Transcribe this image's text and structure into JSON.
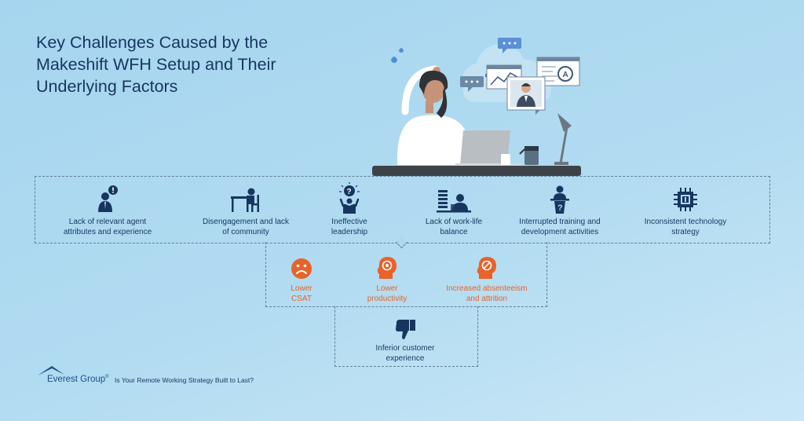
{
  "title": {
    "line1": "Key Challenges Caused by the",
    "line2": "Makeshift WFH Setup and Their",
    "line3": "Underlying Factors"
  },
  "factors": [
    {
      "icon": "agent-alert-icon",
      "line1": "Lack of relevant agent",
      "line2": "attributes and experience"
    },
    {
      "icon": "person-at-desk-icon",
      "line1": "Disengagement and lack",
      "line2": "of community"
    },
    {
      "icon": "question-lightbulb-icon",
      "line1": "Ineffective",
      "line2": "leadership"
    },
    {
      "icon": "work-life-balance-icon",
      "line1": "Lack of work-life",
      "line2": "balance"
    },
    {
      "icon": "presenter-question-icon",
      "line1": "Interrupted training and",
      "line2": "development activities"
    },
    {
      "icon": "chip-icon",
      "line1": "Inconsistent technology",
      "line2": "strategy"
    }
  ],
  "impacts": [
    {
      "icon": "sad-face-icon",
      "line1": "Lower",
      "line2": "CSAT"
    },
    {
      "icon": "head-gear-icon",
      "line1": "Lower",
      "line2": "productivity"
    },
    {
      "icon": "head-prohibited-icon",
      "line1": "Increased absenteeism",
      "line2": "and attrition"
    }
  ],
  "outcome": {
    "icon": "thumbs-down-icon",
    "line1": "Inferior customer",
    "line2": "experience"
  },
  "footer": {
    "brand": "Everest Group",
    "trademark": "®",
    "tagline": "Is Your Remote Working Strategy Built to Last?"
  },
  "colors": {
    "title": "#17365f",
    "accent": "#e8622a",
    "background": "#a6d5ef",
    "border": "#5f7f97"
  }
}
